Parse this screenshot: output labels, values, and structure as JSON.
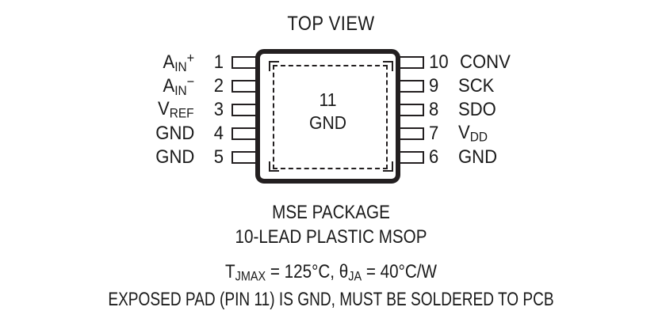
{
  "diagram": {
    "title": "TOP VIEW",
    "package_body": {
      "exposed_pad": {
        "number": "11",
        "label": "GND"
      }
    },
    "pins_left": [
      {
        "number": "1",
        "name_base": "A",
        "name_sub": "IN",
        "name_sup": "+",
        "plain": "AIN+"
      },
      {
        "number": "2",
        "name_base": "A",
        "name_sub": "IN",
        "name_sup": "−",
        "plain": "AIN-"
      },
      {
        "number": "3",
        "name_base": "V",
        "name_sub": "REF",
        "name_sup": "",
        "plain": "VREF"
      },
      {
        "number": "4",
        "name_base": "GND",
        "name_sub": "",
        "name_sup": "",
        "plain": "GND"
      },
      {
        "number": "5",
        "name_base": "GND",
        "name_sub": "",
        "name_sup": "",
        "plain": "GND"
      }
    ],
    "pins_right": [
      {
        "number": "10",
        "name_base": "CONV",
        "name_sub": "",
        "name_sup": "",
        "plain": "CONV"
      },
      {
        "number": "9",
        "name_base": "SCK",
        "name_sub": "",
        "name_sup": "",
        "plain": "SCK"
      },
      {
        "number": "8",
        "name_base": "SDO",
        "name_sub": "",
        "name_sup": "",
        "plain": "SDO"
      },
      {
        "number": "7",
        "name_base": "V",
        "name_sub": "DD",
        "name_sup": "",
        "plain": "VDD"
      },
      {
        "number": "6",
        "name_base": "GND",
        "name_sub": "",
        "name_sup": "",
        "plain": "GND"
      }
    ],
    "caption": {
      "package_name": "MSE PACKAGE",
      "package_desc": "10-LEAD PLASTIC MSOP",
      "thermal": "T JMAX = 125°C, θ JA = 40°C/W",
      "thermal_parts": {
        "t_base": "T",
        "t_sub": "JMAX",
        "t_value": " = 125°C, ",
        "theta_base": "θ",
        "theta_sub": "JA",
        "theta_value": " = 40°C/W"
      },
      "exposed_pad_note": "EXPOSED PAD (PIN 11) IS GND, MUST BE SOLDERED TO PCB"
    },
    "colors": {
      "ink": "#231f20",
      "background": "#ffffff"
    }
  }
}
